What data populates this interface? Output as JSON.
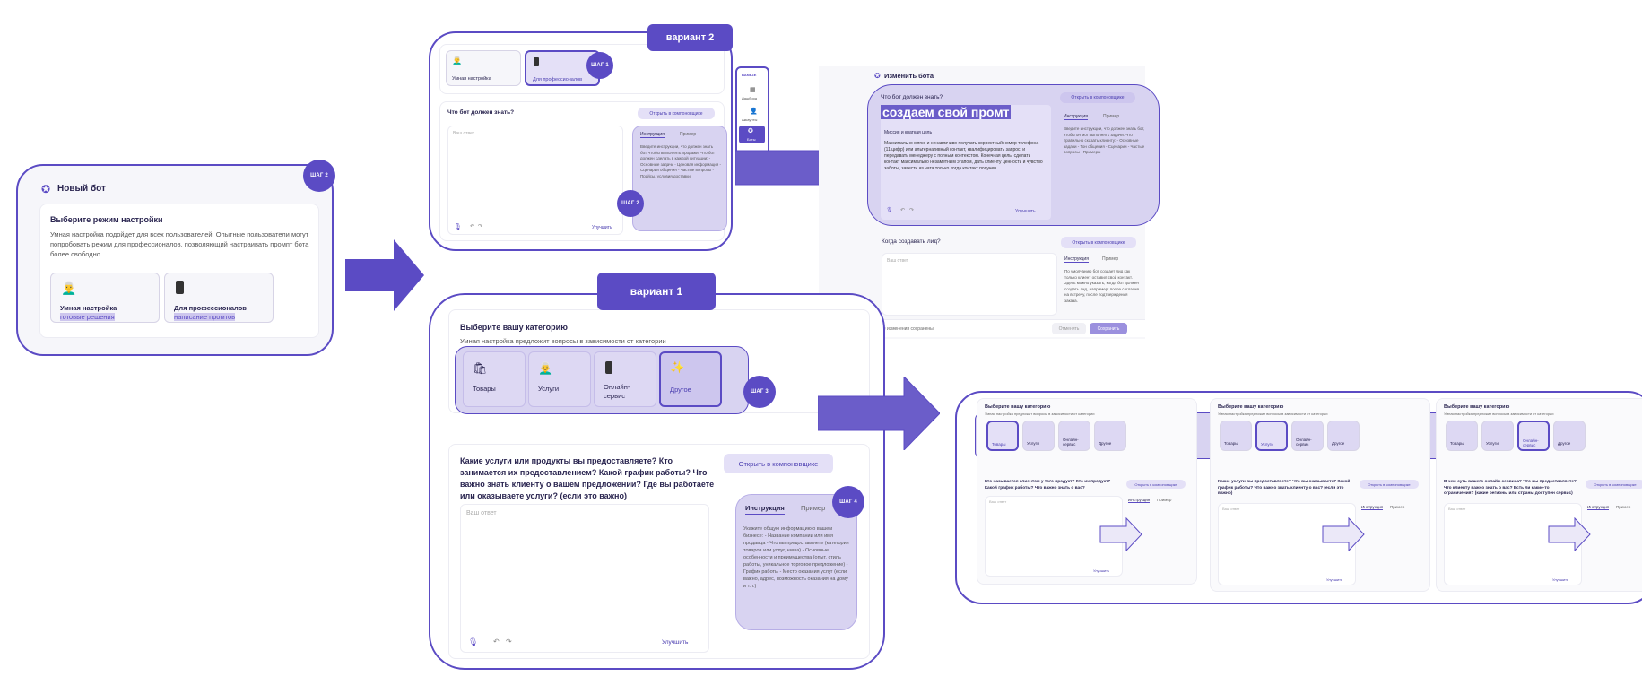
{
  "colors": {
    "accent": "#5b4bc4",
    "lavender": "#d8d3f1"
  },
  "steps": {
    "s1": "ШАГ 1",
    "s2": "ШАГ 2",
    "s3": "ШАГ 3",
    "s4": "ШАГ 4"
  },
  "step1": {
    "title": "Новый бот",
    "heading": "Выберите режим настройки",
    "desc": "Умная настройка подойдет для всех пользователей. Опытные пользователи могут попробовать режим для профессионалов, позволяющий настраивать промпт бота более свободно.",
    "opt_smart": "Умная настройка",
    "opt_smart_note": "готовые решения",
    "opt_pro": "Для профессионалов",
    "opt_pro_note": "написание промтов"
  },
  "variant2": {
    "label": "вариант 2",
    "opt_smart": "Умная настройка",
    "opt_pro": "Для профессионалов",
    "question": "Что бот должен знать?",
    "open_btn": "Открыть в компоновщике",
    "placeholder": "Ваш ответ",
    "tab_instr": "Инструкция",
    "tab_example": "Пример",
    "improve": "Улучшить",
    "instr_text": "Введите инструкции, что должен знать бот, чтобы выполнять продажи. Что бот должен сделать в каждой ситуации: - Основные задачи - Ценовая информация - Сценарии общения - Частые вопросы - Прайсы, условия доставки",
    "sidebar": [
      "Дашборд",
      "Аккаунты",
      "Боты"
    ],
    "sidebar_brand": "BANEZE"
  },
  "edit": {
    "title": "Изменить бота",
    "question": "Что бот должен знать?",
    "overlay": "создаем свой промт",
    "open_btn": "Открыть в компоновщике",
    "sub": "Миссия и краткая цель",
    "tab_instr": "Инструкция",
    "tab_example": "Пример",
    "body": "Максимально мягко и ненавязчиво получать корректный номер телефона (11 цифр) или альтернативный контакт, квалифицировать запрос, и передавать менеджеру с полным контекстом. Конечная цель: сделать контакт максимально незаметным этапом, дать клиенту ценность и чувство заботы, завести из чата только когда контакт получен.",
    "improve": "Улучшить",
    "instr_text": "Введите инструкции, что должен знать бот, чтобы он мог выполнять задачи. Что правильно сказать клиенту: - Основные задачи - Тон общения - Сценарии - Частые вопросы - Примеры",
    "question2": "Когда создавать лид?",
    "open_btn2": "Открыть в компоновщике",
    "placeholder": "Ваш ответ",
    "tab_instr2": "Инструкция",
    "tab_example2": "Пример",
    "instr_text2": "По умолчанию бот создает лид как только клиент оставил свой контакт. Здесь можно указать, когда бот должен создать лид, например: после согласия на встречу, после подтверждения заказа.",
    "saved": "Все изменения сохранены",
    "cancel": "Отменить",
    "save": "Сохранить"
  },
  "variant1": {
    "label": "вариант 1",
    "heading": "Выберите вашу категорию",
    "desc": "Умная настройка предложит вопросы в зависимости от категории",
    "cats": [
      "Товары",
      "Услуги",
      "Онлайн-сервис",
      "Другое"
    ],
    "question": "Какие услуги или продукты вы предоставляете? Кто занимается их предоставлением? Какой график работы? Что важно знать клиенту о вашем предложении? Где вы работаете или оказываете услуги? (если это важно)",
    "open_btn": "Открыть в компоновщике",
    "placeholder": "Ваш ответ",
    "tab_instr": "Инструкция",
    "tab_example": "Пример",
    "instr_text": "Укажите общую информацию о вашем бизнесе: - Название компании или имя продавца - Что вы предоставляете (категория товаров или услуг, ниша) - Основные особенности и преимущества (опыт, стиль работы, уникальное торговое предложение) - График работы - Место оказания услуг (если важно, адрес, возможность оказания на дому и т.п.)",
    "improve": "Улучшить"
  },
  "results": [
    {
      "heading": "Выберите вашу категорию",
      "desc": "Умная настройка предложит вопросы в зависимости от категории",
      "cats": [
        "Товары",
        "Услуги",
        "Онлайн-сервис",
        "Другое"
      ],
      "question": "Кто называется клиентом у того продукт? Кто их продукт? Какой график работы? Что важно знать о вас?",
      "open_btn": "Открыть в компоновщике",
      "placeholder": "Ваш ответ",
      "tab_instr": "Инструкция",
      "tab_example": "Пример",
      "improve": "Улучшить"
    },
    {
      "heading": "Выберите вашу категорию",
      "desc": "Умная настройка предложит вопросы в зависимости от категории",
      "cats": [
        "Товары",
        "Услуги",
        "Онлайн-сервис",
        "Другое"
      ],
      "question": "Какие услуги вы предоставляете? Что вы оказываете? Какой график работы? Что важно знать клиенту о вас? (если это важно)",
      "open_btn": "Открыть в компоновщике",
      "placeholder": "Ваш ответ",
      "tab_instr": "Инструкция",
      "tab_example": "Пример",
      "improve": "Улучшить"
    },
    {
      "heading": "Выберите вашу категорию",
      "desc": "Умная настройка предложит вопросы в зависимости от категории",
      "cats": [
        "Товары",
        "Услуги",
        "Онлайн-сервис",
        "Другое"
      ],
      "question": "В чем суть вашего онлайн-сервиса? Что вы предоставляете? Что клиенту важно знать о вас? Есть ли какие-то ограничения? (какие регионы или страны доступен сервис)",
      "open_btn": "Открыть в компоновщике",
      "placeholder": "Ваш ответ",
      "tab_instr": "Инструкция",
      "tab_example": "Пример",
      "improve": "Улучшить"
    }
  ]
}
